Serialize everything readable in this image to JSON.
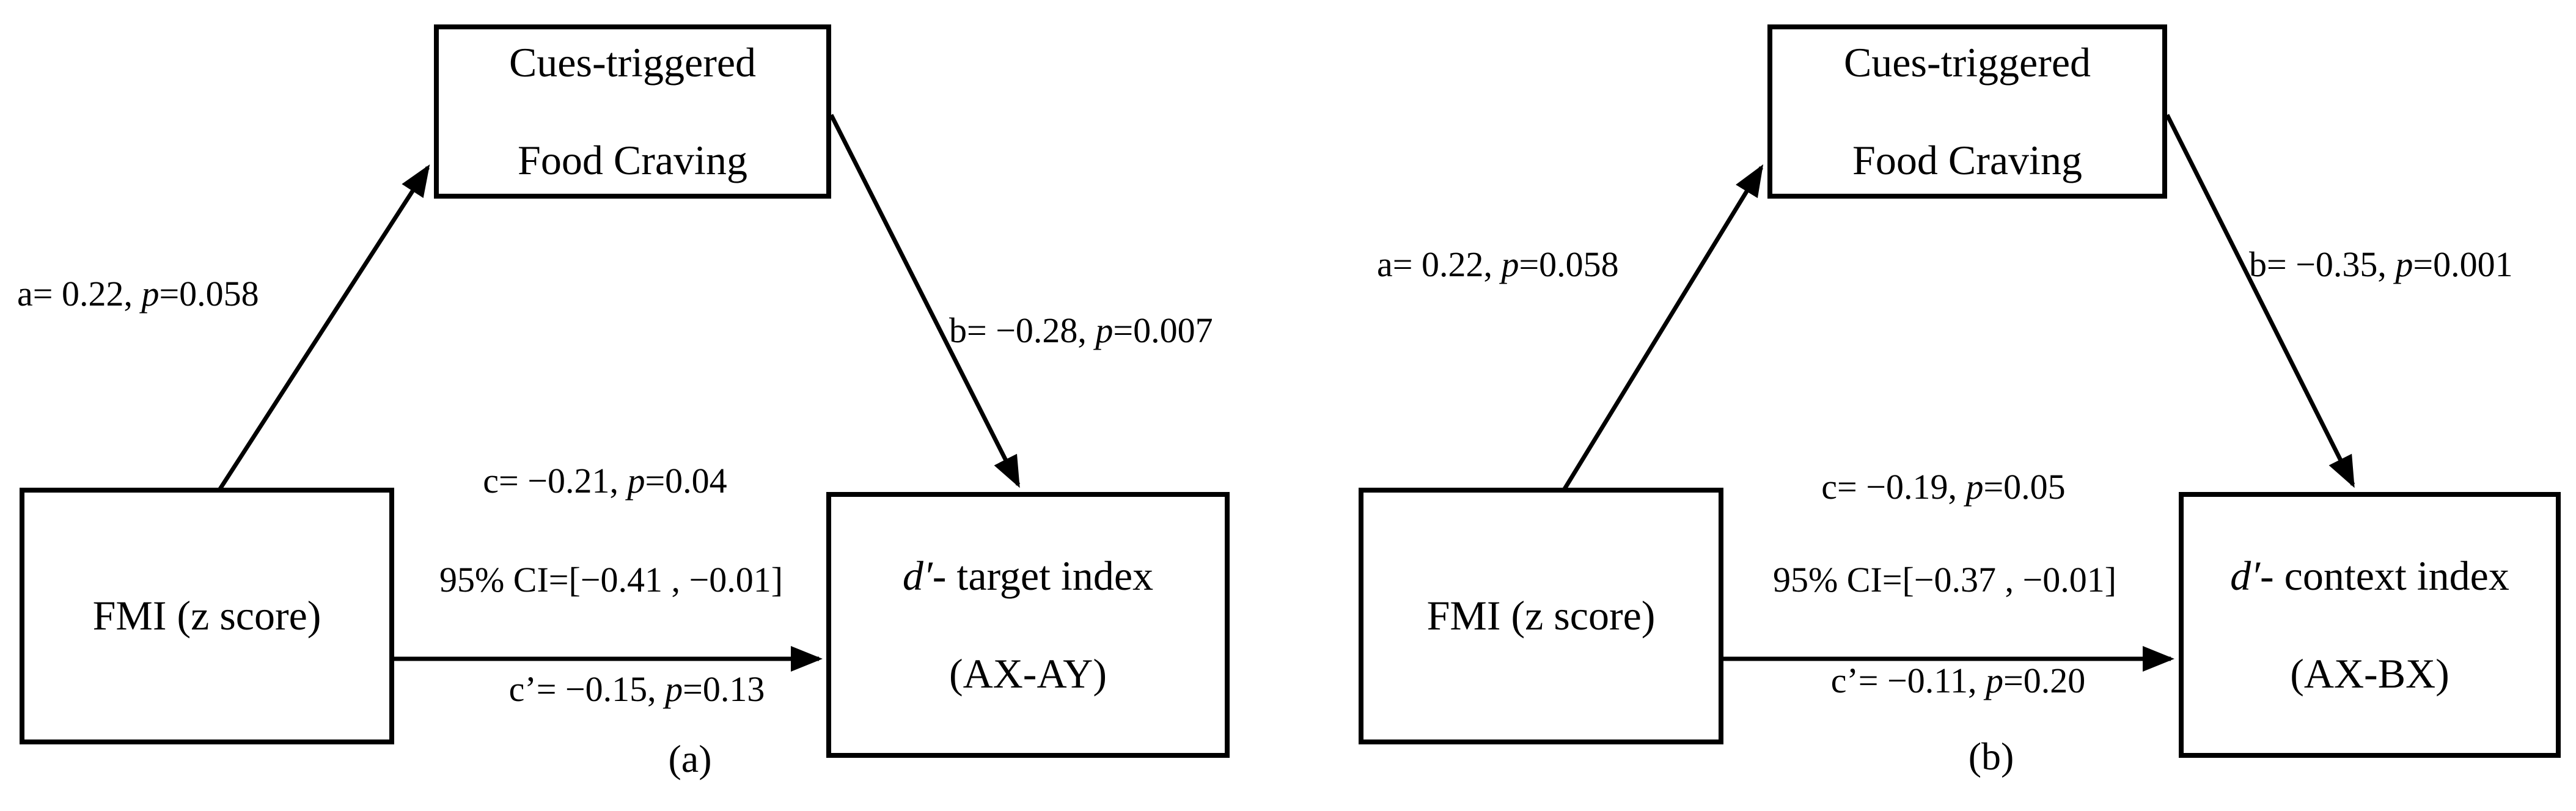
{
  "figure": {
    "description_visible_text_only": true,
    "panels": [
      {
        "caption": "(a)",
        "mediator": {
          "line1": "Cues-triggered",
          "line2": "Food Craving"
        },
        "predictor": {
          "label": "FMI (z score)"
        },
        "outcome": {
          "d": "d′",
          "rest": "- target index",
          "line2": "(AX-AY)"
        },
        "path_a": {
          "pre": "a= 0.22, ",
          "p": "p",
          "post": "=0.058"
        },
        "path_b": {
          "pre": "b= −0.28, ",
          "p": "p",
          "post": "=0.007"
        },
        "path_c": {
          "pre": "c= −0.21, ",
          "p": "p",
          "post": "=0.04"
        },
        "ci": "95% CI=[−0.41 , −0.01]",
        "path_cprime": {
          "pre": "c’= −0.15, ",
          "p": "p",
          "post": "=0.13"
        }
      },
      {
        "caption": "(b)",
        "mediator": {
          "line1": "Cues-triggered",
          "line2": "Food Craving"
        },
        "predictor": {
          "label": "FMI (z score)"
        },
        "outcome": {
          "d": "d′",
          "rest": "- context index",
          "line2": "(AX-BX)"
        },
        "path_a": {
          "pre": "a= 0.22, ",
          "p": "p",
          "post": "=0.058"
        },
        "path_b": {
          "pre": "b= −0.35, ",
          "p": "p",
          "post": "=0.001"
        },
        "path_c": {
          "pre": "c= −0.19, ",
          "p": "p",
          "post": "=0.05"
        },
        "ci": "95% CI=[−0.37 , −0.01]",
        "path_cprime": {
          "pre": "c’= −0.11, ",
          "p": "p",
          "post": "=0.20"
        }
      }
    ],
    "colors": {
      "ink": "#000000",
      "background": "#ffffff"
    }
  }
}
